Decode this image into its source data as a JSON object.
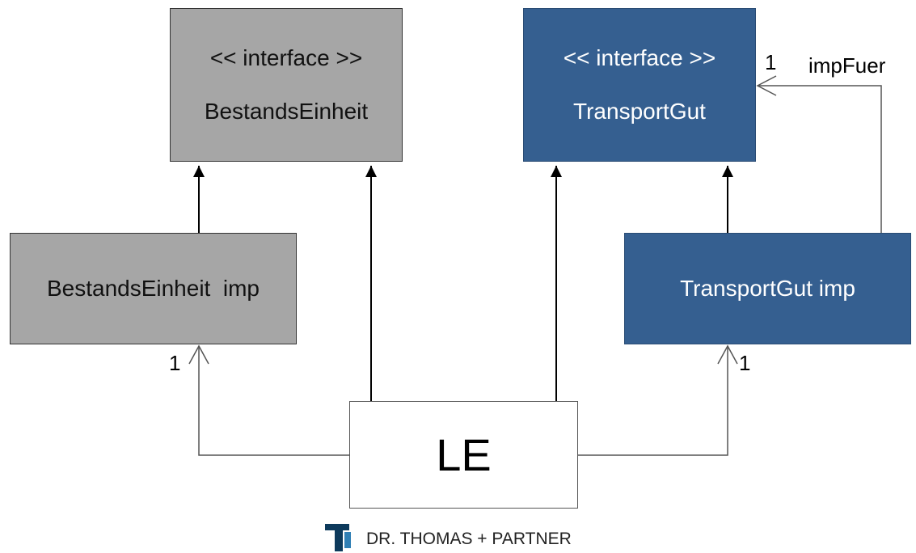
{
  "nodes": {
    "bestands_einheit": {
      "stereotype": "<< interface >>",
      "name": "BestandsEinheit"
    },
    "transport_gut": {
      "stereotype": "<< interface >>",
      "name": "TransportGut"
    },
    "bestands_einheit_imp": {
      "name": "BestandsEinheit  imp"
    },
    "transport_gut_imp": {
      "name": "TransportGut imp"
    },
    "le": {
      "name": "LE"
    }
  },
  "labels": {
    "imp_fuer_multiplicity": "1",
    "imp_fuer_role": "impFuer",
    "be_imp_multiplicity": "1",
    "tg_imp_multiplicity": "1"
  },
  "logo": {
    "text": "DR. THOMAS + PARTNER"
  },
  "colors": {
    "interface_gray": "#a6a6a6",
    "interface_blue": "#355f90",
    "class_white": "#ffffff"
  }
}
